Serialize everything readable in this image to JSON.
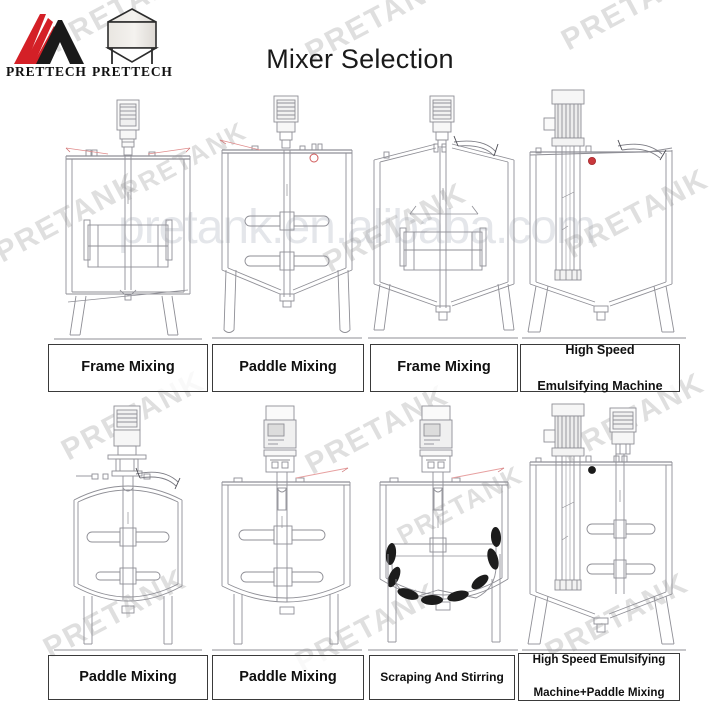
{
  "header": {
    "title": "Mixer Selection",
    "logo_left_text": "PRETTECH",
    "logo_right_text": "PRETTECH",
    "logo_mark_left": "red-black-triangle-logo",
    "logo_mark_right": "tank-silo-icon",
    "colors": {
      "logo_red": "#d42027",
      "logo_black": "#1a1a1a",
      "title": "#1a1a1a"
    }
  },
  "watermark": {
    "url_text": "pretank.en.alibaba.com",
    "brand_text": "PRETANK",
    "diagonal_count": 12
  },
  "mixers": [
    {
      "id": "mixer-1",
      "label": "Frame Mixing",
      "label_lines": [
        "Frame Mixing"
      ],
      "tank_style": "flat-top-flat-bottom",
      "agitator": "frame",
      "row": 1,
      "col": 1
    },
    {
      "id": "mixer-2",
      "label": "Paddle Mixing",
      "label_lines": [
        "Paddle Mixing"
      ],
      "tank_style": "flat-top-cone-bottom",
      "agitator": "paddle",
      "row": 1,
      "col": 2
    },
    {
      "id": "mixer-3",
      "label": "Frame Mixing",
      "label_lines": [
        "Frame Mixing"
      ],
      "tank_style": "cone-top-cone-bottom",
      "agitator": "frame",
      "row": 1,
      "col": 3
    },
    {
      "id": "mixer-4",
      "label": "High Speed Emulsifying Machine",
      "label_lines": [
        "High Speed",
        "Emulsifying Machine"
      ],
      "tank_style": "flat-top-cone-bottom",
      "agitator": "high-speed-emulsifier",
      "row": 1,
      "col": 4
    },
    {
      "id": "mixer-5",
      "label": "Paddle Mixing",
      "label_lines": [
        "Paddle Mixing"
      ],
      "tank_style": "dished-top-dished-bottom",
      "agitator": "paddle",
      "row": 2,
      "col": 1
    },
    {
      "id": "mixer-6",
      "label": "Paddle Mixing",
      "label_lines": [
        "Paddle Mixing"
      ],
      "tank_style": "flat-top-dished-bottom",
      "agitator": "paddle",
      "row": 2,
      "col": 2
    },
    {
      "id": "mixer-7",
      "label": "Scraping And Stirring",
      "label_lines": [
        "Scraping And Stirring"
      ],
      "tank_style": "flat-top-dished-bottom",
      "agitator": "scraper",
      "row": 2,
      "col": 3
    },
    {
      "id": "mixer-8",
      "label": "High Speed Emulsifying Machine+Paddle Mixing",
      "label_lines": [
        "High Speed Emulsifying",
        "Machine+Paddle Mixing"
      ],
      "tank_style": "flat-top-cone-bottom",
      "agitator": "high-speed-emulsifier-plus-paddle",
      "row": 2,
      "col": 4
    }
  ],
  "style": {
    "drawing_line": "#8a8a92",
    "label_border": "#3a3a3a",
    "accent_red": "#d42027",
    "background": "#ffffff"
  }
}
